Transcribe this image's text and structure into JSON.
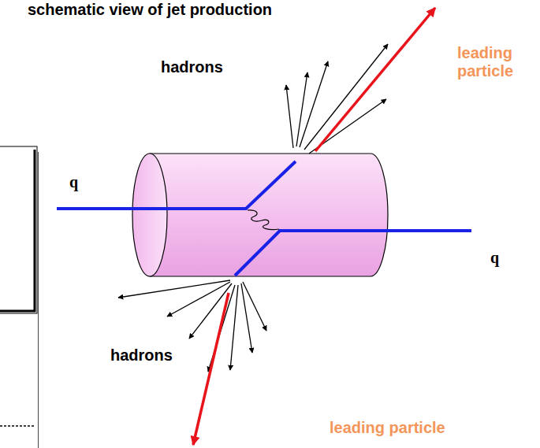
{
  "diagram": {
    "title": "schematic view of jet production",
    "labels": [
      "hadrons",
      "leading particle",
      "q",
      "q",
      "hadrons",
      "leading particle"
    ]
  }
}
